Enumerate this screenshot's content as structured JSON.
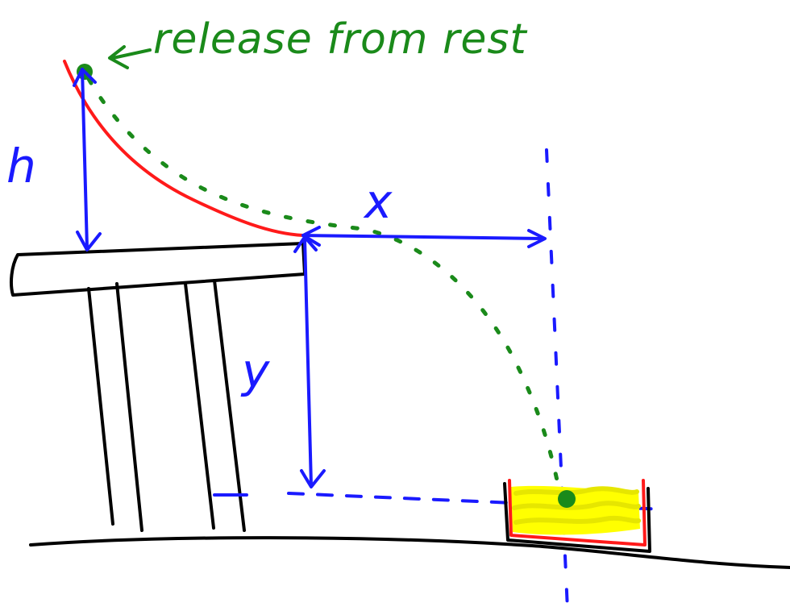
{
  "annotation": {
    "caption": "release from rest"
  },
  "labels": {
    "height": "h",
    "horizontal_distance": "x",
    "drop": "y"
  },
  "colors": {
    "track": "#ff1a1a",
    "ball": "#1a8a1a",
    "trajectory": "#1a8a1a",
    "measure": "#1a1aff",
    "structure": "#000000",
    "sand": "#ffff00",
    "bucket": "#ff1a1a"
  },
  "icons": {
    "release_arrow": "arrow-left-icon"
  }
}
